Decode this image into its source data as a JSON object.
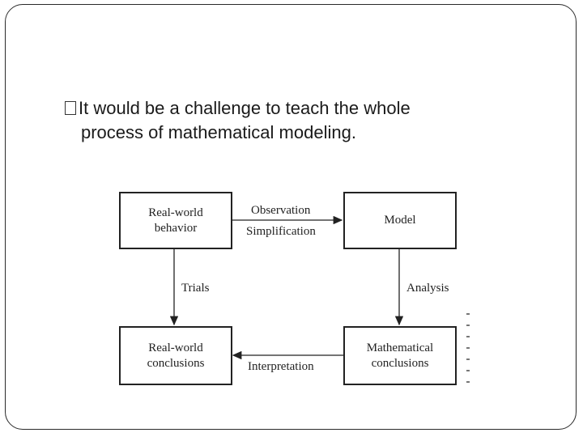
{
  "slide": {
    "bullet": {
      "marker": "□",
      "line1": "It would be a challenge to teach the whole",
      "line2": "process of mathematical modeling."
    }
  },
  "diagram": {
    "nodes": {
      "real_world_behavior": [
        "Real-world",
        "behavior"
      ],
      "model": [
        "Model"
      ],
      "real_world_conclusions": [
        "Real-world",
        "conclusions"
      ],
      "mathematical_conclusions": [
        "Mathematical",
        "conclusions"
      ]
    },
    "edges": {
      "observation": "Observation",
      "simplification": "Simplification",
      "trials": "Trials",
      "analysis": "Analysis",
      "interpretation": "Interpretation"
    }
  }
}
